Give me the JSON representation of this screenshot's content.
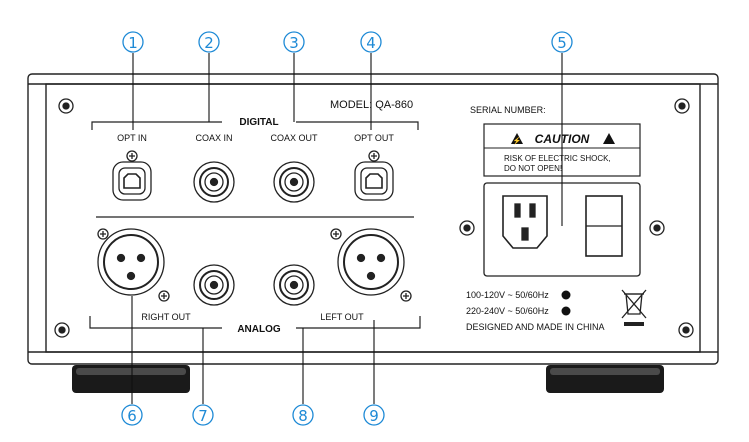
{
  "model": "MODEL: QA-860",
  "section_digital": "DIGITAL",
  "section_analog": "ANALOG",
  "digital_ports": [
    "OPT IN",
    "COAX IN",
    "COAX OUT",
    "OPT OUT"
  ],
  "analog_ports": [
    "RIGHT OUT",
    "LEFT OUT"
  ],
  "serial_label": "SERIAL NUMBER:",
  "caution": {
    "title": "CAUTION",
    "line1": "RISK OF ELECTRIC SHOCK,",
    "line2": "DO NOT OPEN!"
  },
  "voltage_options": [
    "100-120V ~ 50/60Hz",
    "220-240V ~ 50/60Hz"
  ],
  "origin": "DESIGNED AND MADE IN CHINA",
  "callouts_top": [
    "1",
    "2",
    "3",
    "4",
    "5"
  ],
  "callouts_bottom": [
    "6",
    "7",
    "8",
    "9"
  ],
  "colors": {
    "callout": "#1e8ad6",
    "panel_line": "#222222",
    "foot": "#1a1a1a"
  }
}
